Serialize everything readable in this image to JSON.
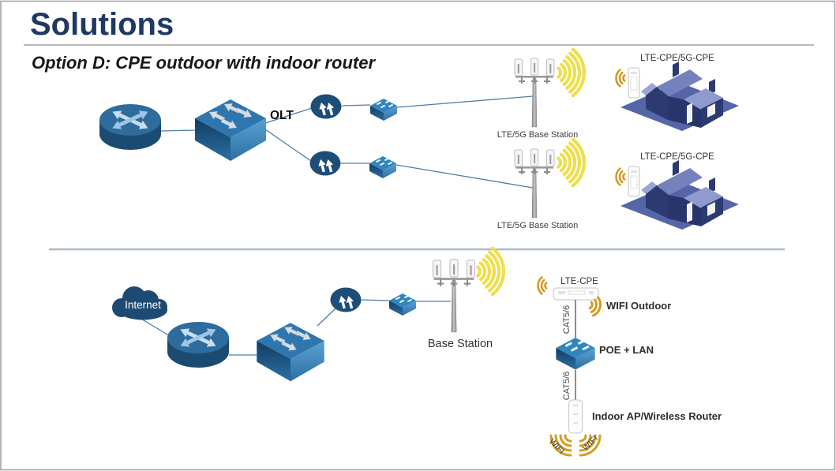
{
  "slide": {
    "title": "Solutions",
    "subtitle": "Option D: CPE outdoor with indoor router"
  },
  "top_diagram": {
    "olt_label": "OLT",
    "base_station_labels": [
      "LTE/5G Base Station",
      "LTE/5G Base Station"
    ],
    "cpe_house_labels": [
      "LTE-CPE/5G-CPE",
      "LTE-CPE/5G-CPE"
    ]
  },
  "bottom_diagram": {
    "internet_label": "Internet",
    "base_station_label": "Base Station",
    "lte_cpe_label": "LTE-CPE",
    "wifi_outdoor_label": "WIFI Outdoor",
    "cat_labels": [
      "CAT5/6",
      "CAT5/6"
    ],
    "poe_lan_label": "POE + LAN",
    "indoor_ap_label": "Indoor AP/Wireless Router",
    "wifi_labels": [
      "WIFI",
      "WIFI"
    ]
  },
  "colors": {
    "title_navy": "#1f3864",
    "device_blue_dark": "#1d4b72",
    "device_blue": "#2e75ad",
    "wifi_yellow": "#eddf4e",
    "wifi_orange": "#d29a20",
    "house_navy": "#2d3a72",
    "house_platform": "#5565a8",
    "line_blue": "#4f7ca8"
  }
}
